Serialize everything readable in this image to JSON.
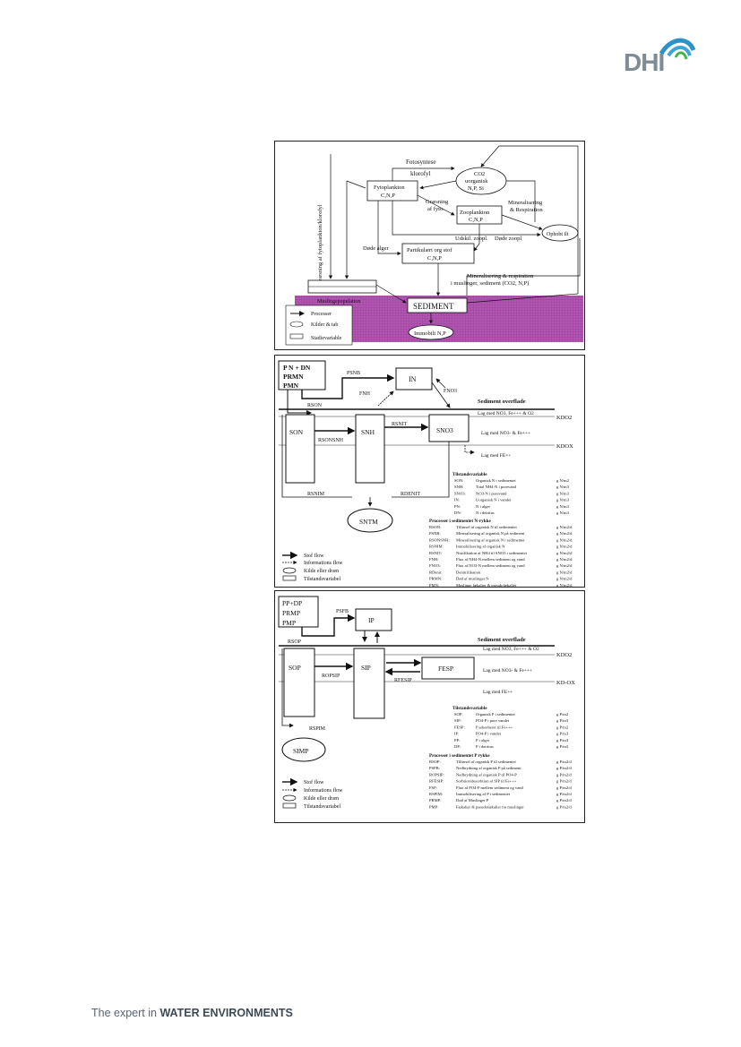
{
  "logo": {
    "text": "DHI",
    "colors": [
      "#2a93c9",
      "#46b44a",
      "#7d8c97"
    ]
  },
  "footer": {
    "prefix": "The expert in ",
    "emphasis": "WATER ENVIRONMENTS"
  },
  "diagram1": {
    "vertical_label": "Græsning af fytoplankton/klorofyl",
    "fotosyntese": "Fotosyntese",
    "klorofyl": "klorofyl",
    "co2_line1": "CO2",
    "co2_line2": "uorganisk",
    "co2_line3": "N,P, Si",
    "fyto_line1": "Fytoplankton",
    "fyto_line2": "C,N,P",
    "graesning1": "Græsning",
    "graesning2": "af fyto.",
    "zoo_line1": "Zooplankton",
    "zoo_line2": "C,N,P",
    "mineral1": "Mineralisering",
    "mineral2": "& Respiration",
    "ophobt": "Ophobt ilt",
    "udskil": "Udskil. zoopl.",
    "dode_zoopl": "Døde zoopl",
    "dode_alger": "Døde alger",
    "part_line1": "Partikulært org stof",
    "part_line2": "C,N,P",
    "mineral_sed1": "Mineralisering & respiration",
    "mineral_sed2": "i muslinger, sediment (CO2, N,P)",
    "musling": "Muslingepopulation",
    "sediment": "SEDIMENT",
    "immobilt": "Immobilt N,P",
    "legend": [
      "Processer",
      "Kilder & tab",
      "Stadievariable"
    ],
    "sediment_color": "#a84aa8"
  },
  "diagram2": {
    "pn_line1": "P N + DN",
    "pn_line2": "PRMN",
    "pn_line3": "PMN",
    "pmb": "PSNB",
    "in": "IN",
    "fnh": "FNH",
    "fno3": "FNO3",
    "sed_surface": "Sediment overflade",
    "rson": "RSON",
    "lag1": "Lag med NO3, Fe+++ & O2",
    "kdo2": "KDO2",
    "rsnit": "RSNIT",
    "lag2": "Lag med NO3- & Fe+++",
    "kdox": "KDOX",
    "lag3": "Lag med FE++",
    "son": "SON",
    "snh": "SNH",
    "sno3": "SNO3",
    "rsonsnh": "RSONSNH",
    "rsnim": "RSNIM",
    "rdenit": "RDENIT",
    "sntm": "SNTM",
    "legend": [
      "Stof flow",
      "Informations flow",
      "Kilde eller dræn",
      "Tilstandsvariabel"
    ],
    "tilstand_title": "Tilstandsvariable",
    "tilstand": [
      [
        "SON:",
        "Organisk N i sedimentet",
        "g N/m2"
      ],
      [
        "SNH:",
        "Total NH4-N i porevand",
        "g N/m3"
      ],
      [
        "SNO3:",
        "NO3-N i porevand",
        "g N/m3"
      ],
      [
        "IN:",
        "Uorganisk N i vandet",
        "g N/m3"
      ],
      [
        "PN:",
        "N i alger",
        "g N/m3"
      ],
      [
        "DN:",
        "N i detritus",
        "g N/m3"
      ]
    ],
    "proc_title": "Processer i sedimentet N-rykke",
    "proc": [
      [
        "RSON:",
        "Tilførsel af organisk N til sedimentet",
        "g N/m2/d"
      ],
      [
        "PSNB:",
        "Mineralisering af organisk N på sediment",
        "g N/m2/d"
      ],
      [
        "RSONSNH:",
        "Mineralisering af organisk N i sedimentet",
        "g N/m2/d"
      ],
      [
        "RSNIM:",
        "Immobilisering af organisk N",
        "g N/m2/d"
      ],
      [
        "RSNIT:",
        "Nitrifikation af NH4 til SNO3 i sedimentet",
        "g N/m2/d"
      ],
      [
        "FNH:",
        "Flux af NH4-N mellem sediment og vand",
        "g N/m2/d"
      ],
      [
        "FNO3:",
        "Flux af NO3-N mellem sediment og vand",
        "g N/m2/d"
      ],
      [
        "RDenit:",
        "Denitrifikation",
        "g N/m2/d"
      ],
      [
        "PRMN:",
        "Død af muslinger N",
        "g N/m2/d"
      ],
      [
        "PMN:",
        "Muslinge fækalier & pseudofækalier",
        "g N/m2/d"
      ]
    ]
  },
  "diagram3": {
    "pp_line1": "PP+DP",
    "pp_line2": "PRMP",
    "pp_line3": "PMP",
    "psfb": "PSFB",
    "ip": "IP",
    "sed_surface": "Sediment overflade",
    "rsop": "RSOP",
    "lag1": "Lag med NO3, Fe+++ & O2",
    "kdo2": "KDO2",
    "lag2": "Lag med NO3- & Fe+++",
    "kdox": "KD-OX",
    "lag3": "Lag med FE++",
    "sop": "SOP",
    "sip": "SIP",
    "fesp": "FESP",
    "ropsip": "ROPSIP",
    "rfesip": "RFESIP",
    "rspim": "RSPIM",
    "simp": "SIMP",
    "legend": [
      "Stof flow",
      "Informations flow",
      "Kilde eller dræn",
      "Tilstandsvariabel"
    ],
    "tilstand_title": "Tilstandsvariable",
    "tilstand": [
      [
        "SOP:",
        "Organisk P i sedimentet",
        "g P/m2"
      ],
      [
        "SIP:",
        "PO4-P i pore vandet",
        "g P/m3"
      ],
      [
        "FESP:",
        "P adsorberet til Fe+++",
        "g P/m2"
      ],
      [
        "IP:",
        "PO4-P i vandet",
        "g P/m3"
      ],
      [
        "PP:",
        "P i alger",
        "g P/m3"
      ],
      [
        "DP:",
        "P i detritus",
        "g P/m3"
      ]
    ],
    "proc_title": "Processer i sedimentet P rykke",
    "proc": [
      [
        "RSOP:",
        "Tilførsel af organisk P til sedimentet",
        "g P/m2/d"
      ],
      [
        "PSFB:",
        "Nedbrydning af organisk P på sediment",
        "g P/m2/d"
      ],
      [
        "ROPSIP:",
        "Nedbrydning af organisk P til PO4-P",
        "g P/m2/d"
      ],
      [
        "RFESIP:",
        "Sorbtion/desorbtion af SIP til Fe+++",
        "g P/m2/d"
      ],
      [
        "FSP:",
        "Flux af PO4-P mellem sediment og vand",
        "g P/m2/d"
      ],
      [
        "RSPIM:",
        "Immobilisering af P i sedimentet",
        "g P/m2/d"
      ],
      [
        "PRMP:",
        "Død af Muslinger P",
        "g P/m2/d"
      ],
      [
        "PMP:",
        "Fækalier & pseudofækalier fra muslinger",
        "g P/m2/d"
      ]
    ]
  }
}
